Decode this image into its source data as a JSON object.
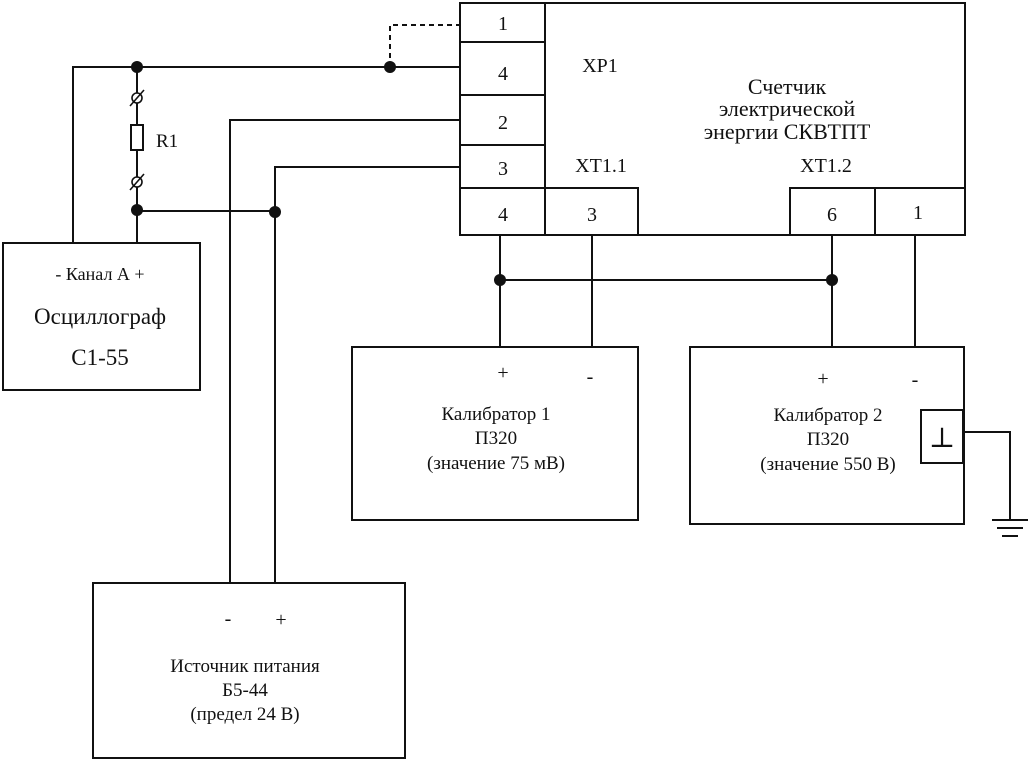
{
  "meter": {
    "title_line1": "Счетчик",
    "title_line2": "электрической",
    "title_line3": "энергии СКВТПТ",
    "connector_xp1": "XP1",
    "connector_xt11": "XT1.1",
    "connector_xt12": "XT1.2",
    "xp1_pins": [
      "1",
      "4",
      "2",
      "3"
    ],
    "xt11_pins": [
      "4",
      "3"
    ],
    "xt12_pins": [
      "6",
      "1"
    ]
  },
  "oscilloscope": {
    "channel": "- Канал А +",
    "name": "Осциллограф",
    "model": "С1-55"
  },
  "resistor": {
    "label": "R1"
  },
  "calibrator1": {
    "plus": "+",
    "minus": "-",
    "line1": "Калибратор 1",
    "line2": "П320",
    "line3": "(значение 75 мВ)"
  },
  "calibrator2": {
    "plus": "+",
    "minus": "-",
    "line1": "Калибратор 2",
    "line2": "П320",
    "line3": "(значение 550 В)",
    "ground_symbol": "⊥"
  },
  "power_supply": {
    "minus": "-",
    "plus": "+",
    "line1": "Источник питания",
    "line2": "Б5-44",
    "line3": "(предел 24 В)"
  }
}
